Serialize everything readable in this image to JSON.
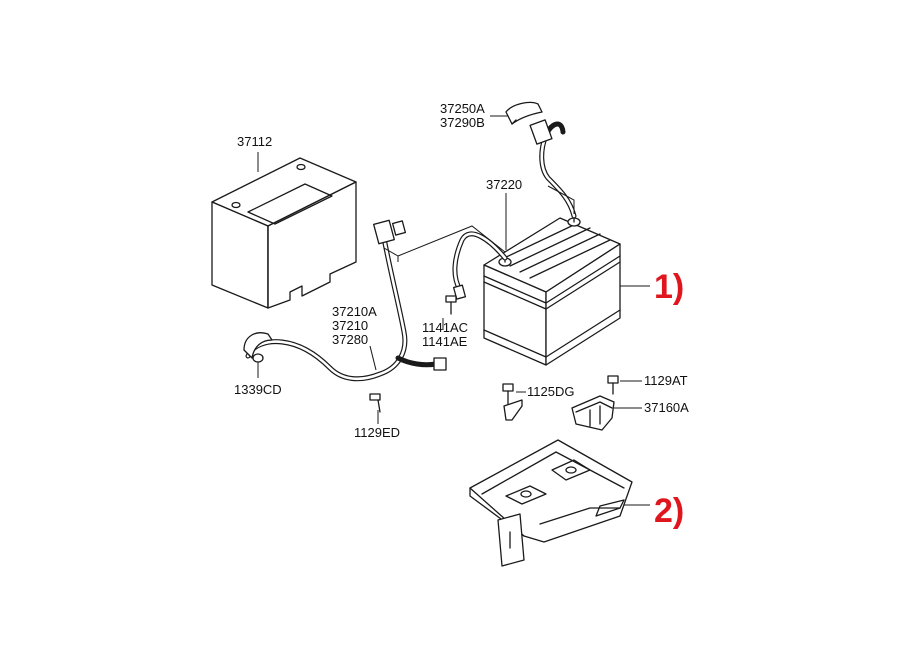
{
  "labels": {
    "cover": "37112",
    "terminal_covers": [
      "37250A",
      "37290B"
    ],
    "positive_cable": "37220",
    "negative_cable": [
      "37210A",
      "37210",
      "37280"
    ],
    "bolt_flange": [
      "1141AC",
      "1141AE"
    ],
    "clip_bolt": "1339CD",
    "ground_bolt": "1129ED",
    "tray_bolt": "1125DG",
    "clamp_bolt": "1129AT",
    "clamp": "37160A"
  },
  "callouts": {
    "battery": "1)",
    "tray": "2)",
    "color": "#e0161e"
  }
}
